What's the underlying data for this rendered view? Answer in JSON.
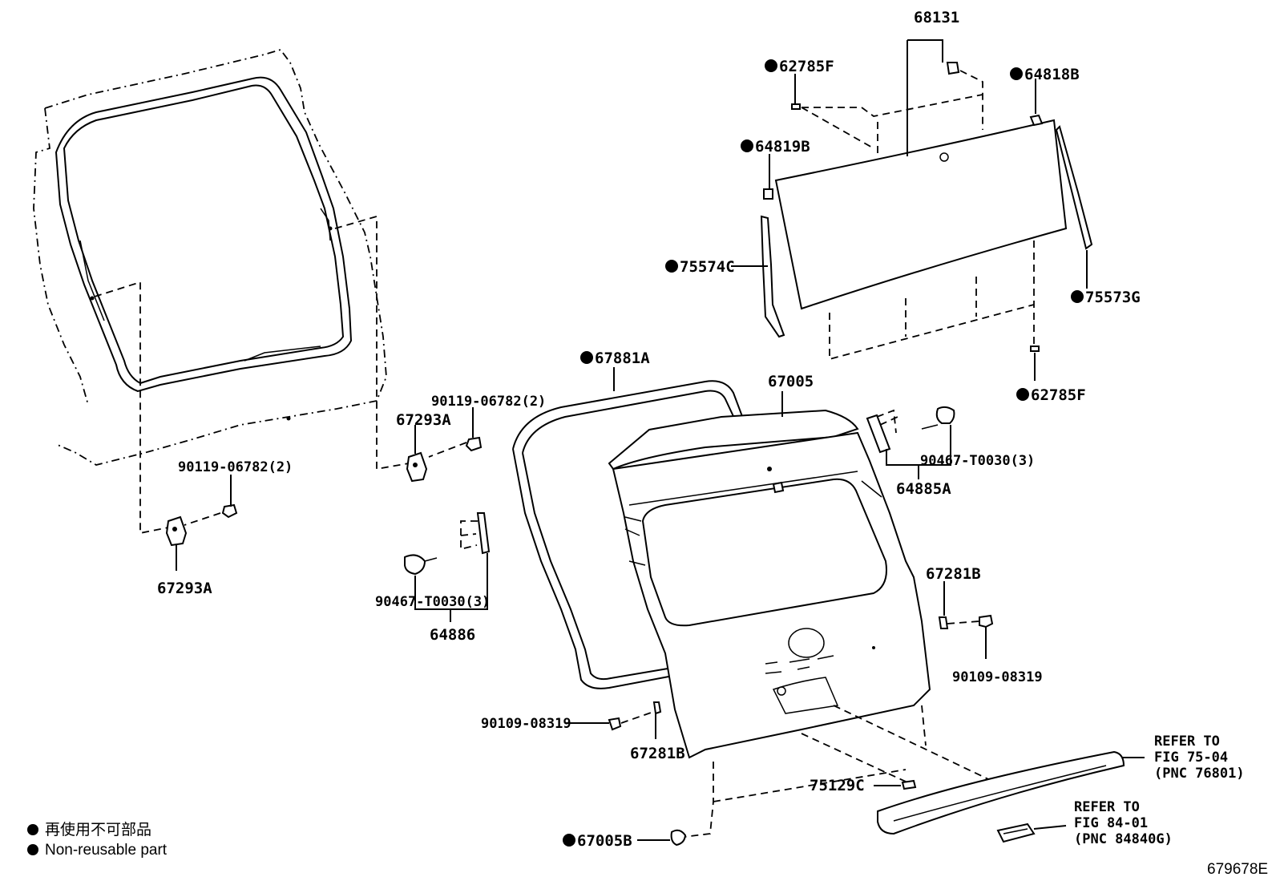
{
  "labels": {
    "l68131": "68131",
    "l62785F_top": "62785F",
    "l64818B": "64818B",
    "l64819B": "64819B",
    "l75574C": "75574C",
    "l75573G": "75573G",
    "l62785F_bottom": "62785F",
    "l67881A": "67881A",
    "l67005": "67005",
    "l90119_upper": "90119-06782(2)",
    "l67293A_upper": "67293A",
    "l90119_lower": "90119-06782(2)",
    "l67293A_lower": "67293A",
    "l90467_right": "90467-T0030(3)",
    "l64885A": "64885A",
    "l90467_left": "90467-T0030(3)",
    "l64886": "64886",
    "l67281B_right": "67281B",
    "l90109_right": "90109-08319",
    "l90109_left": "90109-08319",
    "l67281B_left": "67281B",
    "l75129C": "75129C",
    "l67005B": "67005B"
  },
  "refer1": {
    "line1": "REFER TO",
    "line2": "FIG 75-04",
    "line3": "(PNC 76801)"
  },
  "refer2": {
    "line1": "REFER TO",
    "line2": "FIG 84-01",
    "line3": "(PNC 84840G)"
  },
  "legend": {
    "line1": "再使用不可部品",
    "line2": "Non-reusable part"
  },
  "figure_id": "679678E"
}
